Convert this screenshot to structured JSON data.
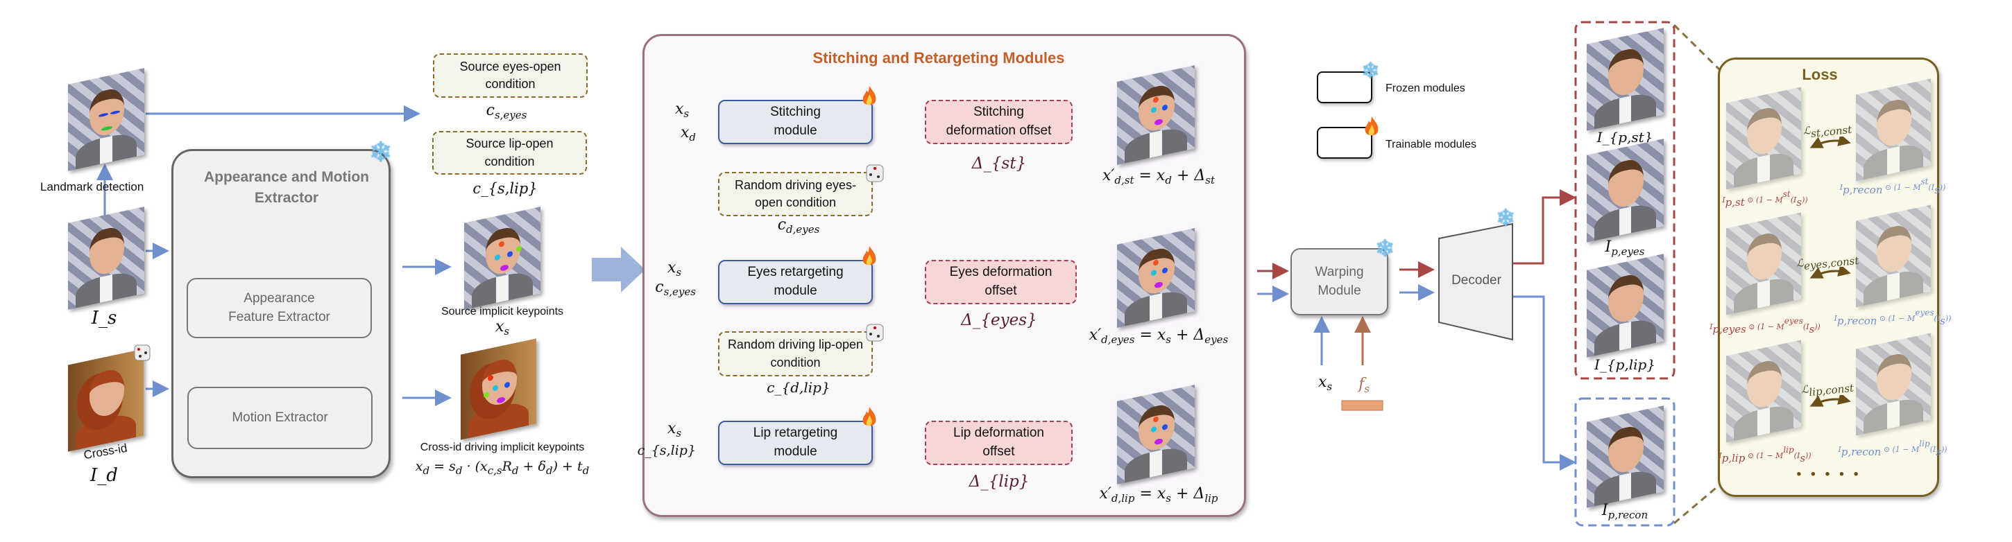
{
  "left": {
    "landmark_label": "Landmark detection",
    "source_label": "I_s",
    "cross_id_label": "Cross-id",
    "driving_label": "I_d",
    "ame_title": "Appearance and Motion Extractor",
    "appearance_box": "Appearance Feature Extractor",
    "motion_box": "Motion Extractor",
    "eyes_cond_box": "Source eyes-open condition",
    "eyes_cond_sym": "c_{s,eyes}",
    "lip_cond_box": "Source lip-open condition",
    "lip_cond_sym": "c_{s,lip}",
    "src_kp_label": "Source implicit keypoints",
    "src_kp_sym": "x_s",
    "drv_kp_label": "Cross-id driving implicit keypoints",
    "drv_kp_eq": "x_d = s_d · (x_{c,s}R_d + δ_d) + t_d"
  },
  "sr": {
    "title": "Stitching and Retargeting Modules",
    "rows": [
      {
        "in1": "x_s",
        "in2": "x_d",
        "module": "Stitching module",
        "offset": "Stitching deformation offset",
        "delta": "Δ_{st}",
        "eq": "x′_{d,st} = x_d + Δ_{st}"
      },
      {
        "in1": "x_s",
        "in2": "c_{s,eyes}",
        "module": "Eyes retargeting module",
        "offset": "Eyes deformation offset",
        "delta": "Δ_{eyes}",
        "eq": "x′_{d,eyes} = x_s + Δ_{eyes}"
      },
      {
        "in1": "x_s",
        "in2": "c_{s,lip}",
        "module": "Lip retargeting module",
        "offset": "Lip deformation offset",
        "delta": "Δ_{lip}",
        "eq": "x′_{d,lip} = x_s + Δ_{lip}"
      }
    ],
    "random_eyes": "Random driving eyes-open condition",
    "random_eyes_sym": "c_{d,eyes}",
    "random_lip": "Random driving lip-open condition",
    "random_lip_sym": "c_{d,lip}"
  },
  "legend": {
    "frozen": "Frozen modules",
    "trainable": "Trainable modules"
  },
  "warp": {
    "label": "Warping Module",
    "xs": "x_s",
    "fs": "f_s"
  },
  "decoder": {
    "label": "Decoder"
  },
  "outputs": {
    "st": "I_{p,st}",
    "eyes": "I_{p,eyes}",
    "lip": "I_{p,lip}",
    "recon": "I_{p,recon}"
  },
  "loss": {
    "title": "Loss",
    "rows": [
      {
        "term": "ℒ_{st,const}",
        "left": "I_{p,st} ⊙ (1 − M^{st}(I_s))",
        "right": "I_{p,recon} ⊙ (1 − M^{st}(I_s))"
      },
      {
        "term": "ℒ_{eyes,const}",
        "left": "I_{p,eyes} ⊙ (1 − M^{eyes}(I_s))",
        "right": "I_{p,recon} ⊙ (1 − M^{eyes}(I_s))"
      },
      {
        "term": "ℒ_{lip,const}",
        "left": "I_{p,lip} ⊙ (1 − M^{lip}(I_s))",
        "right": "I_{p,recon} ⊙ (1 − M^{lip}(I_s))"
      }
    ],
    "ellipsis": "• • • • •"
  },
  "colors": {
    "red_arrow": "#a84545",
    "blue_arrow": "#6f8fcf",
    "title_orange": "#c0602a",
    "loss_border": "#7a6020",
    "frozen_icon": "#7cc4ee",
    "trainable_icon": "#f07020"
  }
}
